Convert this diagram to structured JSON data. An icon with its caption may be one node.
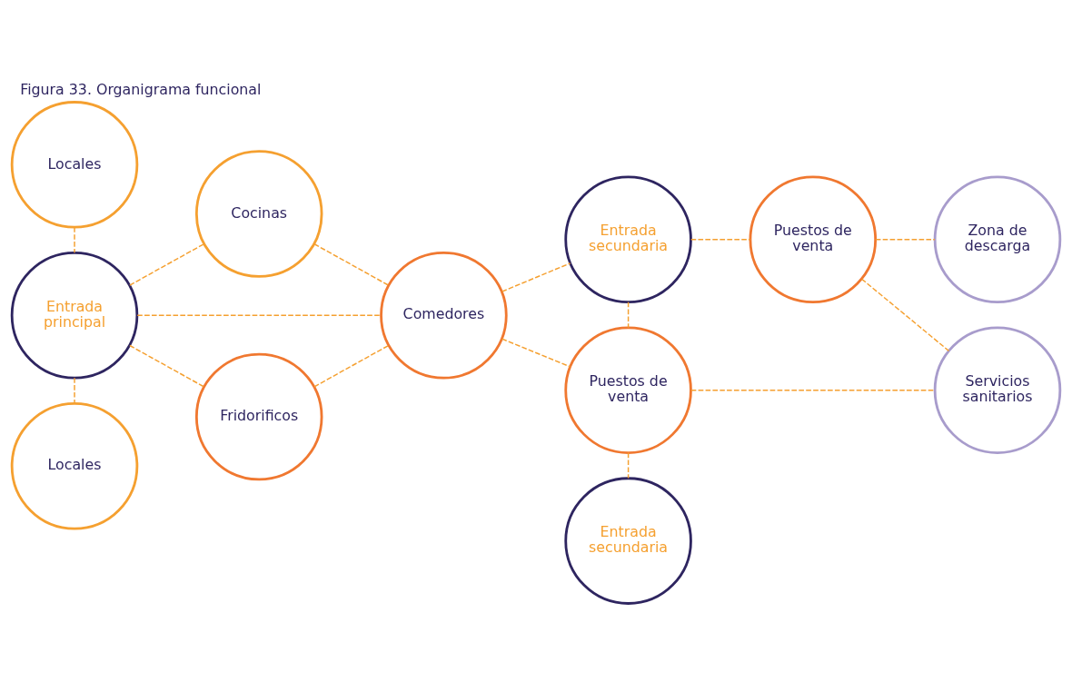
{
  "diagram": {
    "title": "Figura 33. Organigrama funcional",
    "nodes": [
      {
        "text": [
          "Locales"
        ]
      },
      {
        "text": [
          "Entrada principal"
        ]
      },
      {
        "text": [
          "Cocinas"
        ]
      },
      {
        "text": [
          "Comedores"
        ]
      },
      {
        "text": [
          "Fridorificos"
        ]
      },
      {
        "text": [
          "Locales"
        ]
      },
      {
        "text": [
          "Entrada secundaria"
        ]
      },
      {
        "text": [
          "Puestos de venta"
        ]
      },
      {
        "text": [
          "Zona de descarga"
        ]
      },
      {
        "text": [
          "Servicios sanitarios"
        ]
      },
      {
        "text": [
          "Puestos de venta"
        ]
      },
      {
        "text": [
          "Entrada secundaria"
        ]
      }
    ],
    "edges": [
      {
        "from": 0,
        "to": 1,
        "arrow": "none",
        "style": "dashed"
      },
      {
        "from": 1,
        "to": 2,
        "arrow": "none",
        "style": "dashed"
      },
      {
        "from": 2,
        "to": 3,
        "arrow": "none",
        "style": "dashed"
      },
      {
        "from": 1,
        "to": 3,
        "arrow": "none",
        "style": "dashed"
      },
      {
        "from": 1,
        "to": 5,
        "arrow": "none",
        "style": "dashed"
      },
      {
        "from": 1,
        "to": 4,
        "arrow": "none",
        "style": "dashed"
      },
      {
        "from": 4,
        "to": 3,
        "arrow": "none",
        "style": "dashed"
      },
      {
        "from": 3,
        "to": 6,
        "arrow": "none",
        "style": "dashed"
      },
      {
        "from": 3,
        "to": 7,
        "arrow": "none",
        "style": "dashed"
      },
      {
        "from": 6,
        "to": 7,
        "arrow": "none",
        "style": "dashed"
      },
      {
        "from": 6,
        "to": 10,
        "arrow": "none",
        "style": "dashed"
      },
      {
        "from": 10,
        "to": 8,
        "arrow": "none",
        "style": "dashed"
      },
      {
        "from": 10,
        "to": 9,
        "arrow": "none",
        "style": "dashed"
      },
      {
        "from": 7,
        "to": 9,
        "arrow": "none",
        "style": "dashed"
      },
      {
        "from": 7,
        "to": 11,
        "arrow": "none",
        "style": "dashed"
      }
    ]
  }
}
